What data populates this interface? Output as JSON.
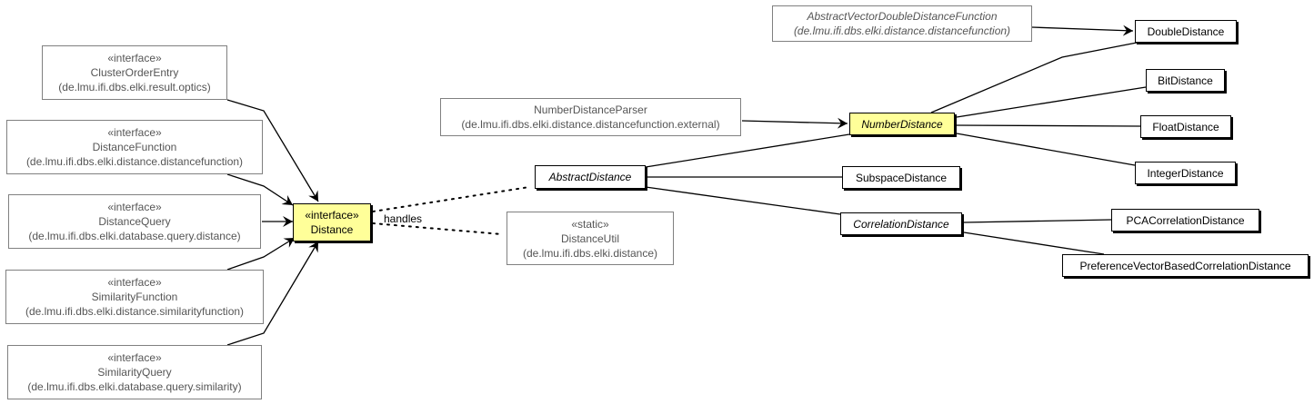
{
  "colors": {
    "highlight_fill": "#ffff99",
    "external_border": "#808080",
    "external_text": "#555555",
    "class_border": "#000000"
  },
  "nodes": {
    "cluster_order_entry": {
      "stereotype": "«interface»",
      "name": "ClusterOrderEntry",
      "package": "(de.lmu.ifi.dbs.elki.result.optics)"
    },
    "distance_function": {
      "stereotype": "«interface»",
      "name": "DistanceFunction",
      "package": "(de.lmu.ifi.dbs.elki.distance.distancefunction)"
    },
    "distance_query": {
      "stereotype": "«interface»",
      "name": "DistanceQuery",
      "package": "(de.lmu.ifi.dbs.elki.database.query.distance)"
    },
    "similarity_function": {
      "stereotype": "«interface»",
      "name": "SimilarityFunction",
      "package": "(de.lmu.ifi.dbs.elki.distance.similarityfunction)"
    },
    "similarity_query": {
      "stereotype": "«interface»",
      "name": "SimilarityQuery",
      "package": "(de.lmu.ifi.dbs.elki.database.query.similarity)"
    },
    "distance": {
      "stereotype": "«interface»",
      "name": "Distance"
    },
    "distance_util": {
      "stereotype": "«static»",
      "name": "DistanceUtil",
      "package": "(de.lmu.ifi.dbs.elki.distance)"
    },
    "abstract_distance": {
      "name": "AbstractDistance"
    },
    "number_distance_parser": {
      "name": "NumberDistanceParser",
      "package": "(de.lmu.ifi.dbs.elki.distance.distancefunction.external)"
    },
    "abstract_vector_double_distance_function": {
      "name": "AbstractVectorDoubleDistanceFunction",
      "package": "(de.lmu.ifi.dbs.elki.distance.distancefunction)"
    },
    "number_distance": {
      "name": "NumberDistance"
    },
    "subspace_distance": {
      "name": "SubspaceDistance"
    },
    "correlation_distance": {
      "name": "CorrelationDistance"
    },
    "double_distance": {
      "name": "DoubleDistance"
    },
    "bit_distance": {
      "name": "BitDistance"
    },
    "float_distance": {
      "name": "FloatDistance"
    },
    "integer_distance": {
      "name": "IntegerDistance"
    },
    "pca_correlation_distance": {
      "name": "PCACorrelationDistance"
    },
    "preference_vector_based_correlation_distance": {
      "name": "PreferenceVectorBasedCorrelationDistance"
    }
  },
  "edge_labels": {
    "handles": "handles"
  }
}
